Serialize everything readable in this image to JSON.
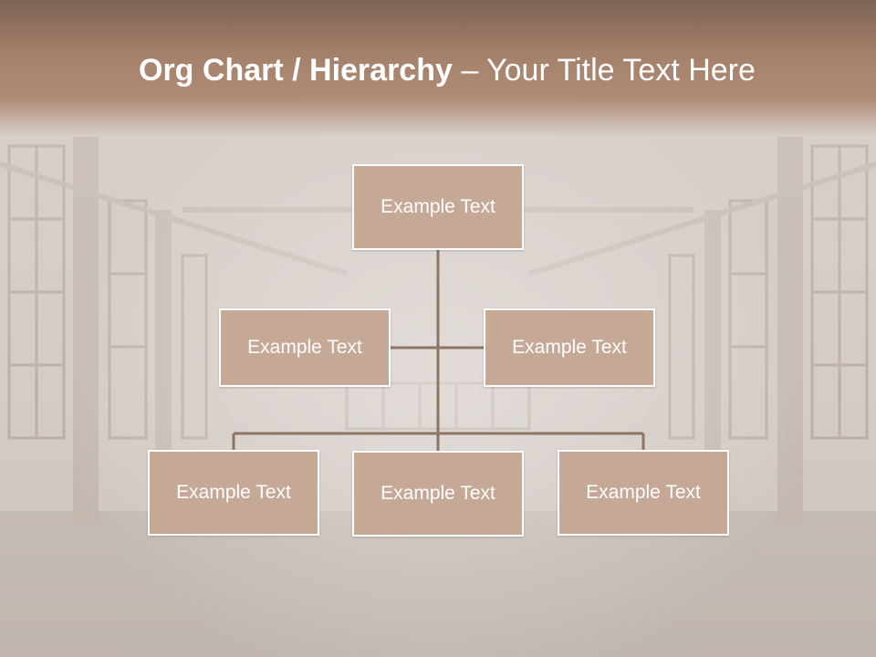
{
  "title": {
    "bold": "Org Chart / Hierarchy",
    "separator": " – ",
    "rest": "Your Title Text Here"
  },
  "chart": {
    "root": {
      "label": "Example Text"
    },
    "assistants": [
      {
        "label": "Example Text"
      },
      {
        "label": "Example Text"
      }
    ],
    "children": [
      {
        "label": "Example Text"
      },
      {
        "label": "Example Text"
      },
      {
        "label": "Example Text"
      }
    ]
  },
  "colors": {
    "node_fill": "#c5a896",
    "node_border": "#ffffff",
    "connector": "#8f7464",
    "title_band": "#a4816b"
  }
}
